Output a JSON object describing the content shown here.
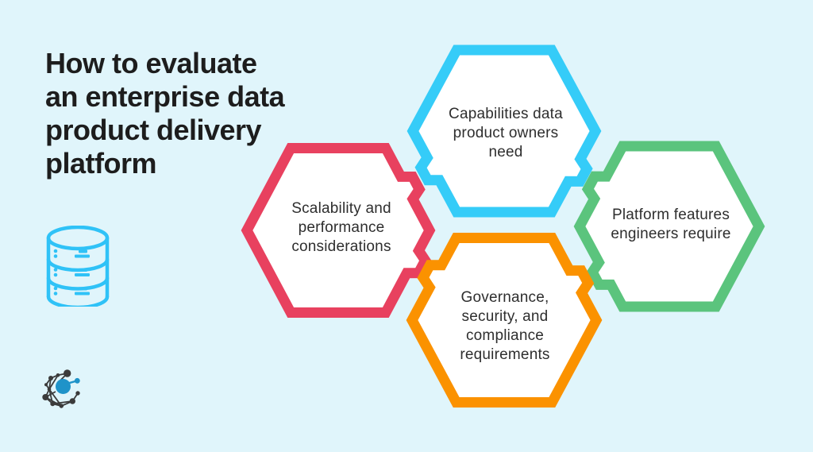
{
  "title": {
    "text": "How to evaluate an enterprise data product delivery platform",
    "lines": [
      "How to evaluate",
      "an enterprise data",
      "product delivery",
      "platform"
    ]
  },
  "hexagons": [
    {
      "id": "capabilities",
      "color": "#35ccf8",
      "text": "Capabilities data product owners need",
      "lines": [
        "Capabilities data",
        "product owners",
        "need"
      ]
    },
    {
      "id": "scalability",
      "color": "#e8415f",
      "text": "Scalability and performance considerations",
      "lines": [
        "Scalability and",
        "performance",
        "considerations"
      ]
    },
    {
      "id": "platform-features",
      "color": "#5bc47d",
      "text": "Platform features engineers require",
      "lines": [
        "Platform features",
        "engineers require"
      ]
    },
    {
      "id": "governance",
      "color": "#fb9200",
      "text": "Governance, security, and compliance requirements",
      "lines": [
        "Governance,",
        "security, and",
        "compliance",
        "requirements"
      ]
    }
  ],
  "icons": {
    "database": "database-icon",
    "logo": "network-graph-logo"
  },
  "colors": {
    "background": "#e0f5fb",
    "hex_fill": "#ffffff",
    "title_text": "#1d1d1d",
    "label_text": "#2e2e2e",
    "icon_blue": "#2fc2f7",
    "logo_dark": "#3b3b3b",
    "logo_blue": "#1f93c9"
  }
}
